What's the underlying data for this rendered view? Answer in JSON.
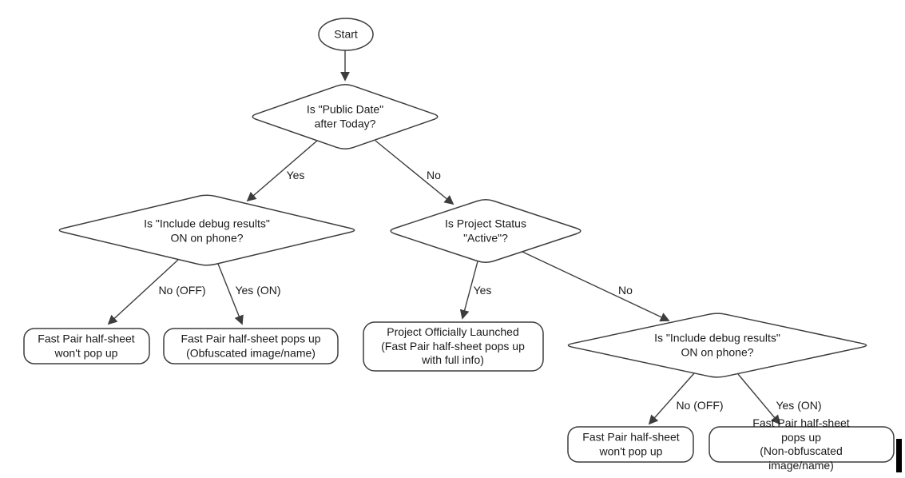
{
  "flowchart": {
    "start": "Start",
    "decisions": {
      "public_date": "Is \"Public Date\"\nafter Today?",
      "debug_left": "Is \"Include debug results\"\nON on phone?",
      "project_status": "Is Project Status\n\"Active\"?",
      "debug_right": "Is \"Include debug results\"\nON on phone?"
    },
    "results": {
      "no_popup_left": "Fast Pair half-sheet\nwon't pop up",
      "obfuscated": "Fast Pair half-sheet pops up\n(Obfuscated image/name)",
      "launched": "Project Officially Launched\n(Fast Pair half-sheet pops up\nwith full info)",
      "no_popup_right": "Fast Pair half-sheet\nwon't pop up",
      "non_obfuscated": "Fast Pair half-sheet pops up\n(Non-obfuscated image/name)"
    },
    "edge_labels": {
      "yes_top": "Yes",
      "no_top": "No",
      "no_off_left": "No (OFF)",
      "yes_on_left": "Yes (ON)",
      "yes_mid": "Yes",
      "no_mid": "No",
      "no_off_right": "No (OFF)",
      "yes_on_right": "Yes (ON)"
    },
    "colors": {
      "line": "#3d3d3d",
      "text": "#1a1a1a",
      "node_fill": "#ffffff",
      "cursor": "#000000"
    }
  }
}
